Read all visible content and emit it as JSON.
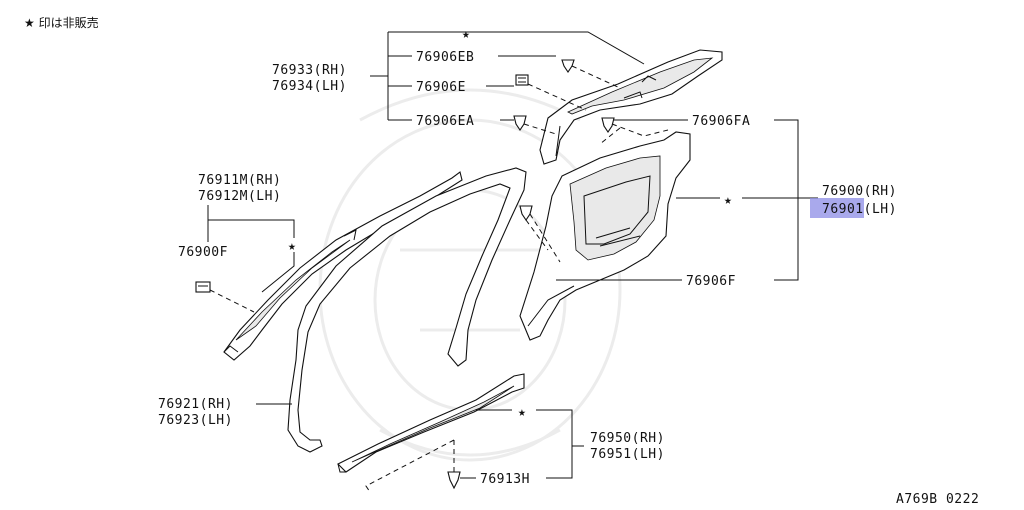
{
  "legend": {
    "symbol": "★",
    "text": "印は非販売"
  },
  "labels": {
    "star_top": "★",
    "p76933": "76933(RH)",
    "p76934": "76934(LH)",
    "p76906EB": "76906EB",
    "p76906E": "76906E",
    "p76906EA": "76906EA",
    "p76906FA": "76906FA",
    "p76900": "76900(RH)",
    "p76901": "76901(LH)",
    "star_right": "★",
    "p76906F": "76906F",
    "p76911M": "76911M(RH)",
    "p76912M": "76912M(LH)",
    "p76900F": "76900F",
    "star_left": "★",
    "p76921": "76921(RH)",
    "p76923": "76923(LH)",
    "star_bottom": "★",
    "p76950": "76950(RH)",
    "p76951": "76951(LH)",
    "p76913H": "76913H"
  },
  "highlight_color": "#8c8ce6",
  "diagram_id": "A769B 0222"
}
